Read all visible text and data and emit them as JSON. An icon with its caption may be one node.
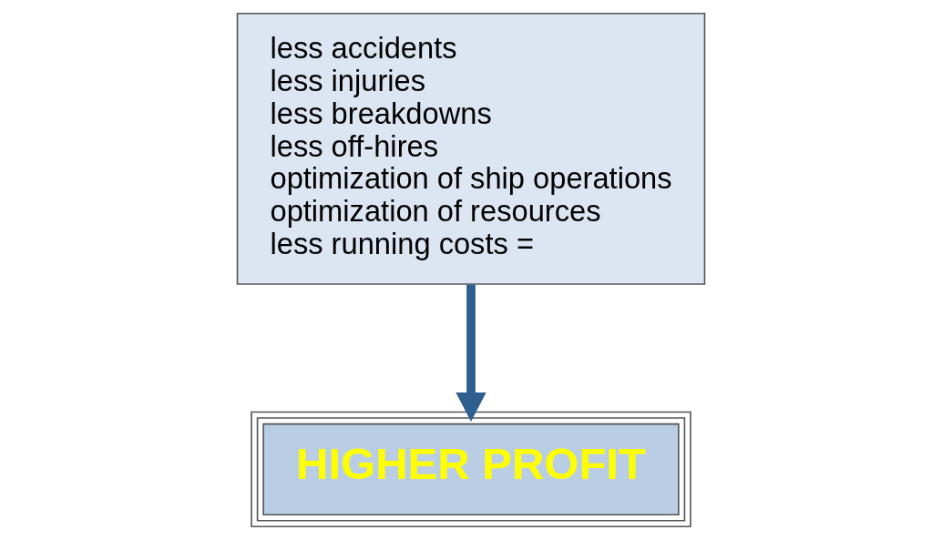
{
  "diagram": {
    "nodes": [
      {
        "text": [
          "less accidents",
          "less injuries",
          "less breakdowns",
          "less off-hires",
          "optimization of ship operations",
          "optimization of resources",
          "less running costs ="
        ]
      },
      {
        "text": [
          "HIGHER PROFIT"
        ]
      }
    ],
    "edges": [
      {
        "from": 0,
        "to": 1,
        "arrow": "to"
      }
    ]
  }
}
